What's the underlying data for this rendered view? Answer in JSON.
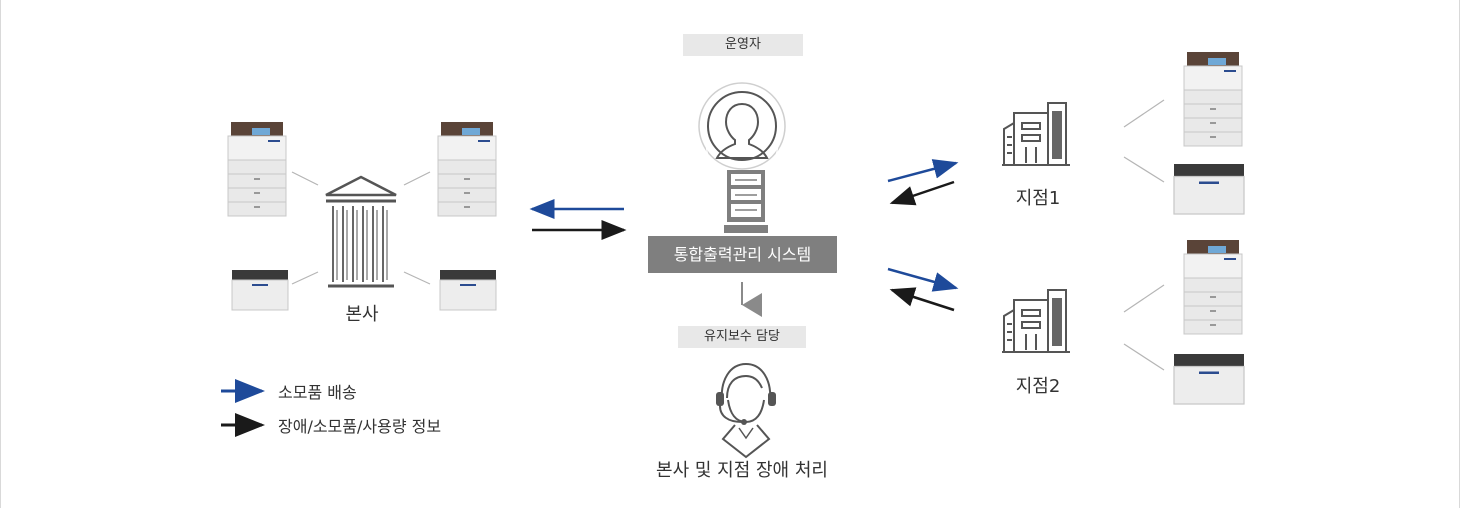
{
  "hq": {
    "label": "본사"
  },
  "operator": {
    "label": "운영자"
  },
  "system": {
    "label": "통합출력관리 시스템"
  },
  "maintenance": {
    "label": "유지보수 담당",
    "caption": "본사 및 지점 장애 처리"
  },
  "branches": [
    {
      "label": "지점1"
    },
    {
      "label": "지점2"
    }
  ],
  "legend": [
    {
      "label": "소모품 배송",
      "color": "#1e4a9a",
      "icon": "arrow-right-icon"
    },
    {
      "label": "장애/소모품/사용량 정보",
      "color": "#1a1a1a",
      "icon": "arrow-right-icon"
    }
  ],
  "colors": {
    "blue_arrow": "#1e4a9a",
    "black_arrow": "#1a1a1a",
    "box_gray": "#7f7f7f",
    "tag_gray": "#e8e8e8"
  }
}
